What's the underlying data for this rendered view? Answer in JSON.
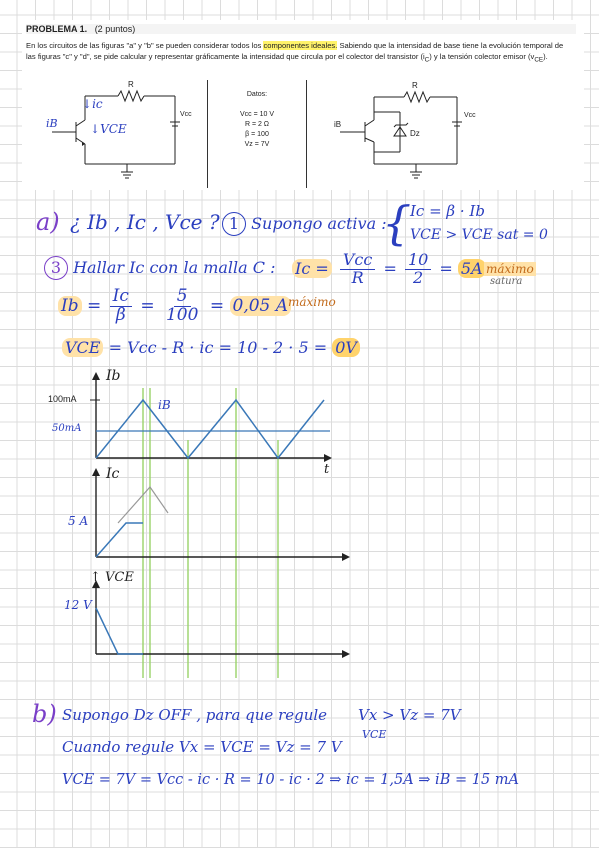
{
  "header": {
    "problem_title": "PROBLEMA 1.",
    "points": "(2 puntos)",
    "statement_part1": "En los circuitos de las figuras \"a\" y \"b\" se pueden considerar todos los ",
    "statement_highlight": "componentes ideales.",
    "statement_part2": " Sabiendo que la intensidad de base tiene la evolución temporal de las figuras \"c\" y \"d\", se pide calcular y representar gráficamente la intensidad que circula por el colector del transistor (i",
    "statement_sub1": "C",
    "statement_part3": ") y la tensión colector emisor (v",
    "statement_sub2": "CE",
    "statement_part4": ")."
  },
  "circuit_a": {
    "label_R": "R",
    "label_Vcc": "Vcc",
    "label_ib": "iB",
    "label_ic": "ic",
    "label_vce": "VCE"
  },
  "datos": {
    "title": "Datos:",
    "vcc": "Vcc = 10 V",
    "r": "R = 2 Ω",
    "beta": "β = 100",
    "vz": "Vz = 7V"
  },
  "circuit_b": {
    "label_R": "R",
    "label_Vcc": "Vcc",
    "label_ib": "iB",
    "label_dz": "Dz"
  },
  "part_a": {
    "label": "a)",
    "question": "¿ Ib , Ic , Vce ?",
    "step1_num": "1",
    "step1_text": "Supongo activa :",
    "eq1": "Ic = β · Ib",
    "eq2": "VCE > VCE sat = 0",
    "step3_num": "3",
    "step3_text": "Hallar Ic con la malla C :",
    "ic_lhs": "Ic =",
    "ic_num": "Vcc",
    "ic_den": "R",
    "ic_eq": "=",
    "ic_num2": "10",
    "ic_den2": "2",
    "ic_result": "5A",
    "ic_note": "máximo",
    "ic_note2": "satura",
    "ib_lhs": "Ib",
    "ib_num": "Ic",
    "ib_den": "β",
    "ib_num2": "5",
    "ib_den2": "100",
    "ib_result": "0,05 A",
    "ib_note": "máximo",
    "vce_line_lhs": "VCE",
    "vce_line_rhs": "= Vcc - R · ic = 10 - 2 · 5 =",
    "vce_result": "0V"
  },
  "graphs": {
    "ib_axis": "Ib",
    "ib_curve": "iB",
    "ib_tick_top": "100mA",
    "ib_tick_mid": "50mA",
    "t_axis": "t",
    "ic_axis": "Ic",
    "ic_tick": "5 A",
    "vce_axis": "VCE",
    "vce_tick": "12 V"
  },
  "part_b": {
    "label": "b)",
    "line1": "Supongo Dz OFF , para que regule",
    "line1_cond": "Vx > Vz = 7V",
    "line1_sub": "VCE",
    "line2": "Cuando regule  Vx = VCE = Vz = 7 V",
    "line3": "VCE = 7V = Vcc - ic · R = 10 - ic · 2  ⇒  ic = 1,5A  ⇒  iB = 15 mA"
  },
  "colors": {
    "ink_blue": "#2b3fbf",
    "ink_violet": "#7a3fc8",
    "highlight_yellow": "#fff36a",
    "highlight_orange": "#ffd36b",
    "green_line": "#9ad36a",
    "graph_blue": "#3a78b8"
  }
}
